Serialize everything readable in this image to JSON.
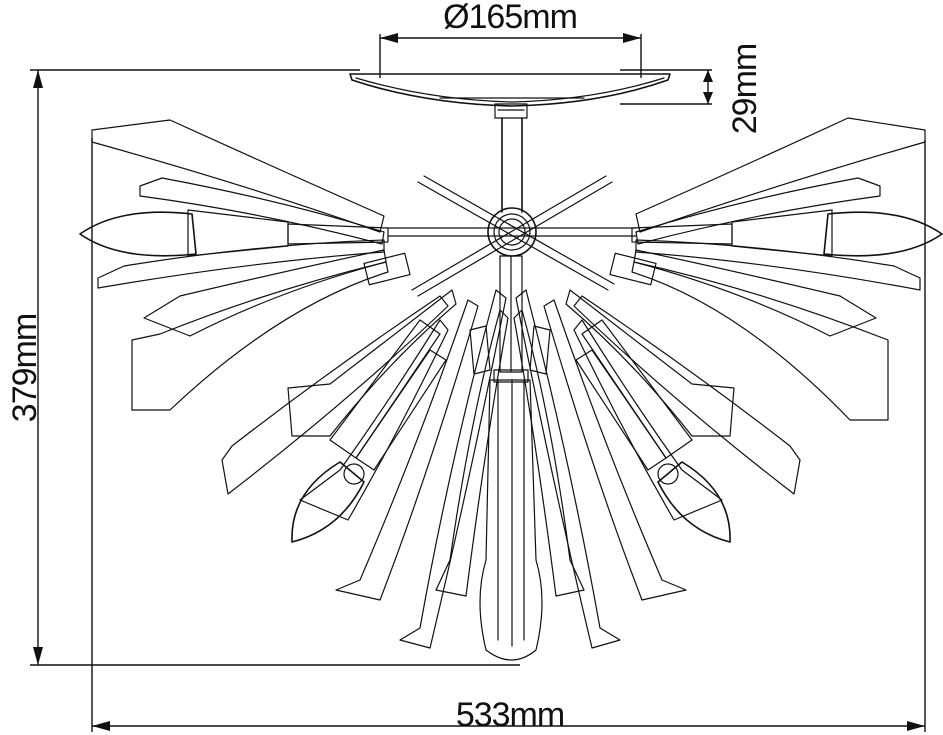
{
  "dimensions": {
    "canopy_diameter": "Ø165mm",
    "canopy_height": "29mm",
    "overall_height": "379mm",
    "overall_width": "533mm"
  },
  "icons": {
    "fixture": "chandelier-fixture-icon"
  }
}
